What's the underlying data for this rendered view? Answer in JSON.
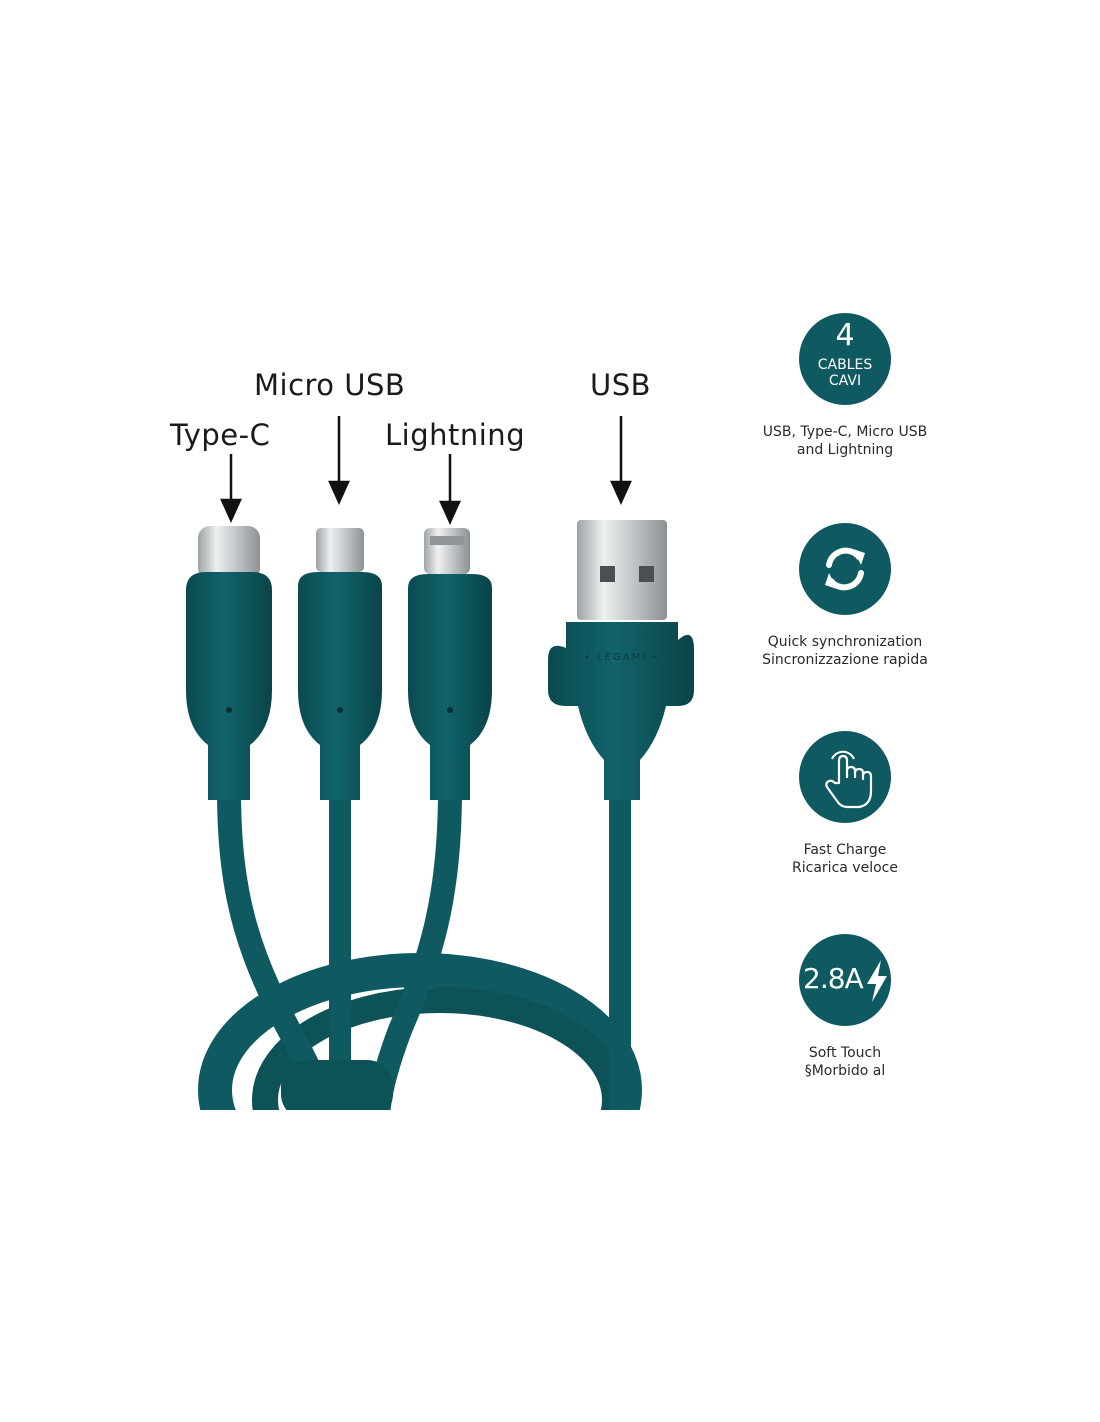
{
  "connectors": {
    "micro_usb": "Micro USB",
    "type_c": "Type-C",
    "lightning": "Lightning",
    "usb": "USB"
  },
  "brand": "LEGAMI",
  "features": [
    {
      "badge_number": "4",
      "badge_line1": "CABLES",
      "badge_line2": "CAVI",
      "caption_line1": "USB, Type-C, Micro USB",
      "caption_line2": "and Lightning",
      "icon": "count-badge"
    },
    {
      "caption_line1": "Quick synchronization",
      "caption_line2": "Sincronizzazione rapida",
      "icon": "sync-icon"
    },
    {
      "caption_line1": "Fast Charge",
      "caption_line2": "Ricarica veloce",
      "icon": "touch-hand-icon"
    },
    {
      "badge_text": "2.8A",
      "caption_line1": "Soft Touch",
      "caption_line2": "§Morbido al",
      "icon": "lightning-bolt-icon"
    }
  ],
  "colors": {
    "cable": "#0e5a60",
    "badge": "#0e5a60",
    "metal": "#c9ccce"
  }
}
